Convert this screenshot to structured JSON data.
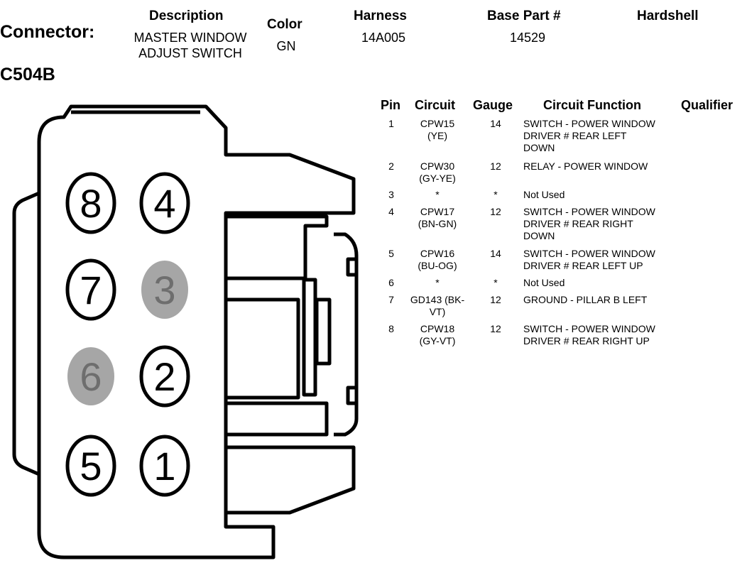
{
  "connector": {
    "label": "Connector:",
    "id": "C504B"
  },
  "header": {
    "description_label": "Description",
    "description": "MASTER WINDOW\nADJUST SWITCH",
    "color_label": "Color",
    "color": "GN",
    "harness_label": "Harness",
    "harness": "14A005",
    "base_part_label": "Base Part #",
    "base_part": "14529",
    "hardshell_label": "Hardshell",
    "hardshell": ""
  },
  "table": {
    "headers": {
      "pin": "Pin",
      "circuit": "Circuit",
      "gauge": "Gauge",
      "function": "Circuit Function",
      "qualifier": "Qualifier"
    },
    "rows": [
      {
        "pin": "1",
        "circuit": "CPW15\n(YE)",
        "gauge": "14",
        "function": "SWITCH - POWER WINDOW\nDRIVER # REAR LEFT\nDOWN"
      },
      {
        "pin": "2",
        "circuit": "CPW30\n(GY-YE)",
        "gauge": "12",
        "function": "RELAY - POWER WINDOW"
      },
      {
        "pin": "3",
        "circuit": "*",
        "gauge": "*",
        "function": "Not Used"
      },
      {
        "pin": "4",
        "circuit": "CPW17\n(BN-GN)",
        "gauge": "12",
        "function": "SWITCH - POWER WINDOW\nDRIVER # REAR RIGHT\nDOWN"
      },
      {
        "pin": "5",
        "circuit": "CPW16\n(BU-OG)",
        "gauge": "14",
        "function": "SWITCH - POWER WINDOW\nDRIVER # REAR LEFT UP"
      },
      {
        "pin": "6",
        "circuit": "*",
        "gauge": "*",
        "function": "Not Used"
      },
      {
        "pin": "7",
        "circuit": "GD143 (BK-\nVT)",
        "gauge": "12",
        "function": "GROUND - PILLAR B LEFT"
      },
      {
        "pin": "8",
        "circuit": "CPW18\n(GY-VT)",
        "gauge": "12",
        "function": "SWITCH - POWER WINDOW\nDRIVER # REAR RIGHT UP"
      }
    ]
  },
  "diagram": {
    "pins": [
      {
        "label": "8",
        "used": true
      },
      {
        "label": "4",
        "used": true
      },
      {
        "label": "7",
        "used": true
      },
      {
        "label": "3",
        "used": false
      },
      {
        "label": "6",
        "used": false
      },
      {
        "label": "2",
        "used": true
      },
      {
        "label": "5",
        "used": true
      },
      {
        "label": "1",
        "used": true
      }
    ],
    "colors": {
      "outline": "#000000",
      "unused_fill": "#a6a6a6",
      "unused_text": "#6e6e6e"
    }
  }
}
